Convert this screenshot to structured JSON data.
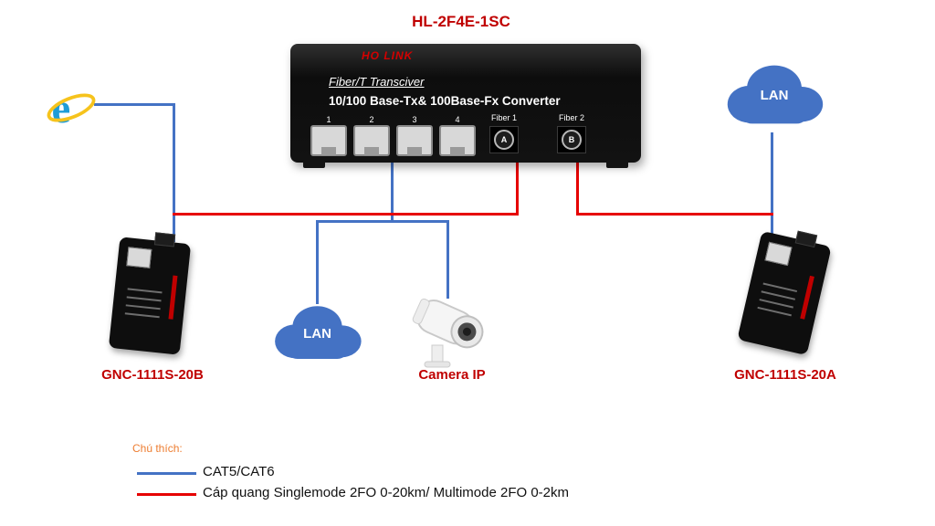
{
  "diagram_title": "HL-2F4E-1SC",
  "colors": {
    "cat5_blue": "#4472C4",
    "fiber_red": "#e60000",
    "label_red": "#C00000",
    "legend_heading_orange": "#ED7D31"
  },
  "converter": {
    "brand": "HO LINK",
    "subtitle": "Fiber/T Transciver",
    "description": "10/100 Base-Tx& 100Base-Fx Converter",
    "port_numbers": [
      "1",
      "2",
      "3",
      "4"
    ],
    "fiber_ports": [
      {
        "label": "Fiber 1",
        "letter": "A"
      },
      {
        "label": "Fiber 2",
        "letter": "B"
      }
    ]
  },
  "clouds": {
    "top_right": "LAN",
    "bottom_center": "LAN"
  },
  "devices": {
    "left_label": "GNC-1111S-20B",
    "right_label": "GNC-1111S-20A",
    "camera_label": "Camera IP"
  },
  "legend": {
    "heading": "Chú thích:",
    "items": [
      {
        "label": "CAT5/CAT6",
        "color": "#4472C4"
      },
      {
        "label": "Cáp quang Singlemode 2FO 0-20km/ Multimode 2FO 0-2km",
        "color": "#e60000"
      }
    ]
  }
}
